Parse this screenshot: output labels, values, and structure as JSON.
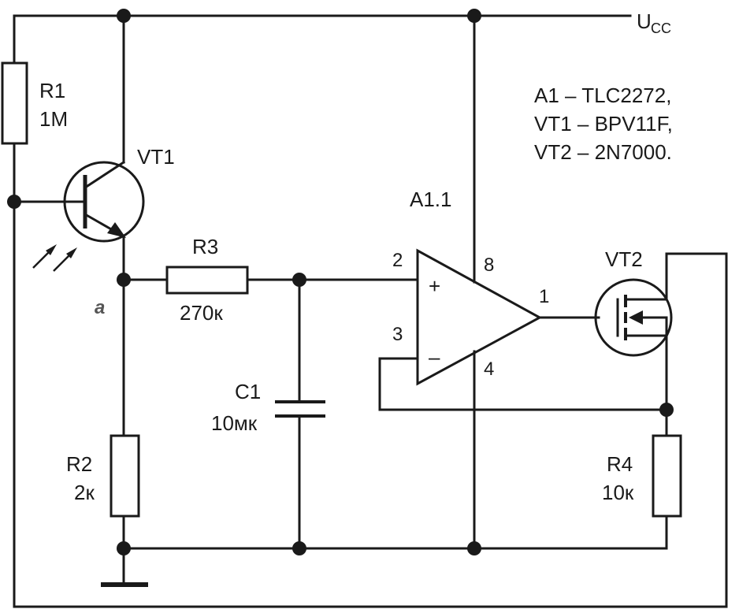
{
  "supply": {
    "label": "U",
    "subscript": "CC"
  },
  "parts_note": [
    "A1 – TLC2272,",
    "VT1 – BPV11F,",
    "VT2 – 2N7000."
  ],
  "r1": {
    "ref": "R1",
    "value": "1M"
  },
  "r2": {
    "ref": "R2",
    "value": "2к"
  },
  "r3": {
    "ref": "R3",
    "value": "270к"
  },
  "r4": {
    "ref": "R4",
    "value": "10к"
  },
  "c1": {
    "ref": "C1",
    "value": "10мк"
  },
  "vt1": {
    "ref": "VT1"
  },
  "vt2": {
    "ref": "VT2"
  },
  "opamp": {
    "ref": "A1.1",
    "pin_plus": "2",
    "pin_minus": "3",
    "pin_out": "1",
    "pin_vcc": "8",
    "pin_gnd": "4",
    "plus_sign": "+",
    "minus_sign": "–"
  },
  "node_a": "a"
}
